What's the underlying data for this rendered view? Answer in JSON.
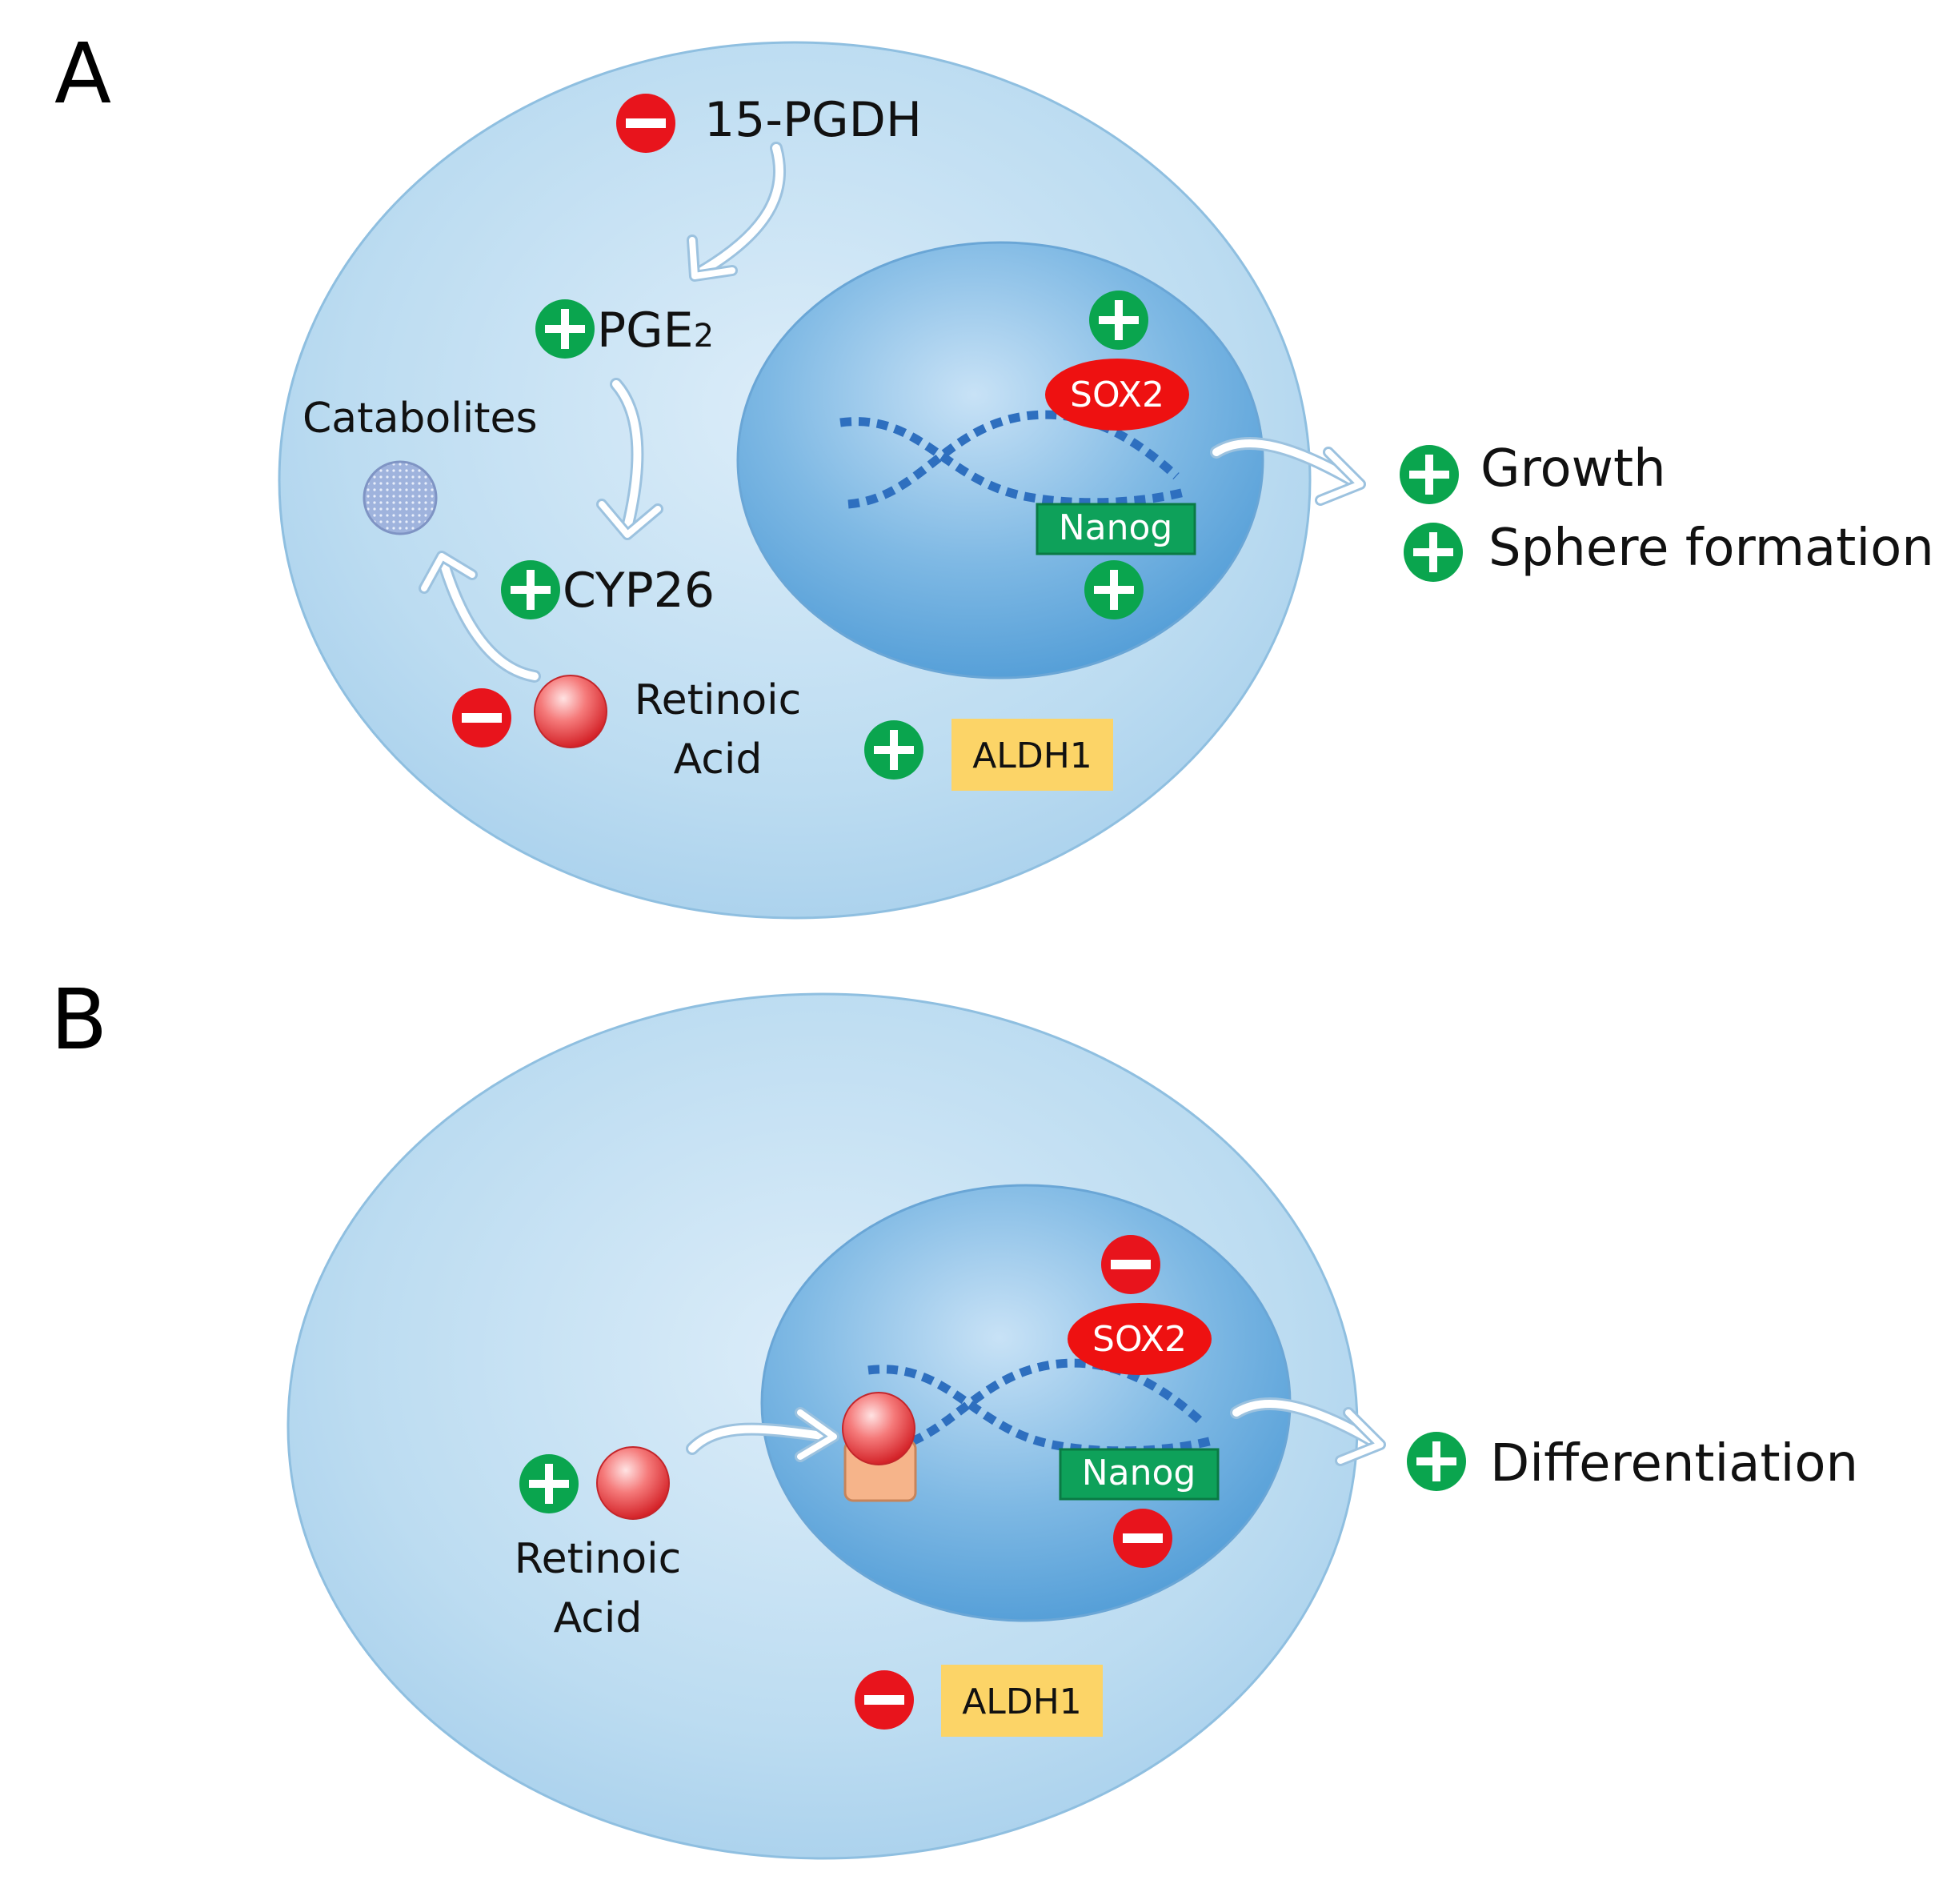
{
  "colors": {
    "cell_fill": "#b9dcf2",
    "cell_edge": "#8fbfe0",
    "nucleus_fill": "#5da6db",
    "plus": "#0aa54e",
    "minus": "#e8141c",
    "sox2": "#ee1111",
    "nanog": "#0ea15a",
    "aldh1": "#fcd467",
    "dna": "#2e6fbf",
    "receptor": "#f6b48a"
  },
  "panel_a": {
    "label": "A",
    "pgdh": {
      "text": "15-PGDH",
      "sign": "minus"
    },
    "pge2": {
      "text": "PGE",
      "subscript": "2",
      "sign": "plus"
    },
    "cyp26": {
      "text": "CYP26",
      "sign": "plus"
    },
    "catabolites": {
      "text": "Catabolites"
    },
    "retinoic_acid": {
      "line1": "Retinoic",
      "line2": "Acid",
      "sign": "minus"
    },
    "aldh1": {
      "text": "ALDH1",
      "sign": "plus"
    },
    "sox2": {
      "text": "SOX2",
      "sign": "plus"
    },
    "nanog": {
      "text": "Nanog",
      "sign": "plus"
    },
    "outcomes": [
      {
        "text": "Growth",
        "sign": "plus"
      },
      {
        "text": "Sphere formation",
        "sign": "plus"
      }
    ]
  },
  "panel_b": {
    "label": "B",
    "retinoic_acid": {
      "line1": "Retinoic",
      "line2": "Acid",
      "sign": "plus"
    },
    "aldh1": {
      "text": "ALDH1",
      "sign": "minus"
    },
    "sox2": {
      "text": "SOX2",
      "sign": "minus"
    },
    "nanog": {
      "text": "Nanog",
      "sign": "minus"
    },
    "outcomes": [
      {
        "text": "Differentiation",
        "sign": "plus"
      }
    ]
  }
}
